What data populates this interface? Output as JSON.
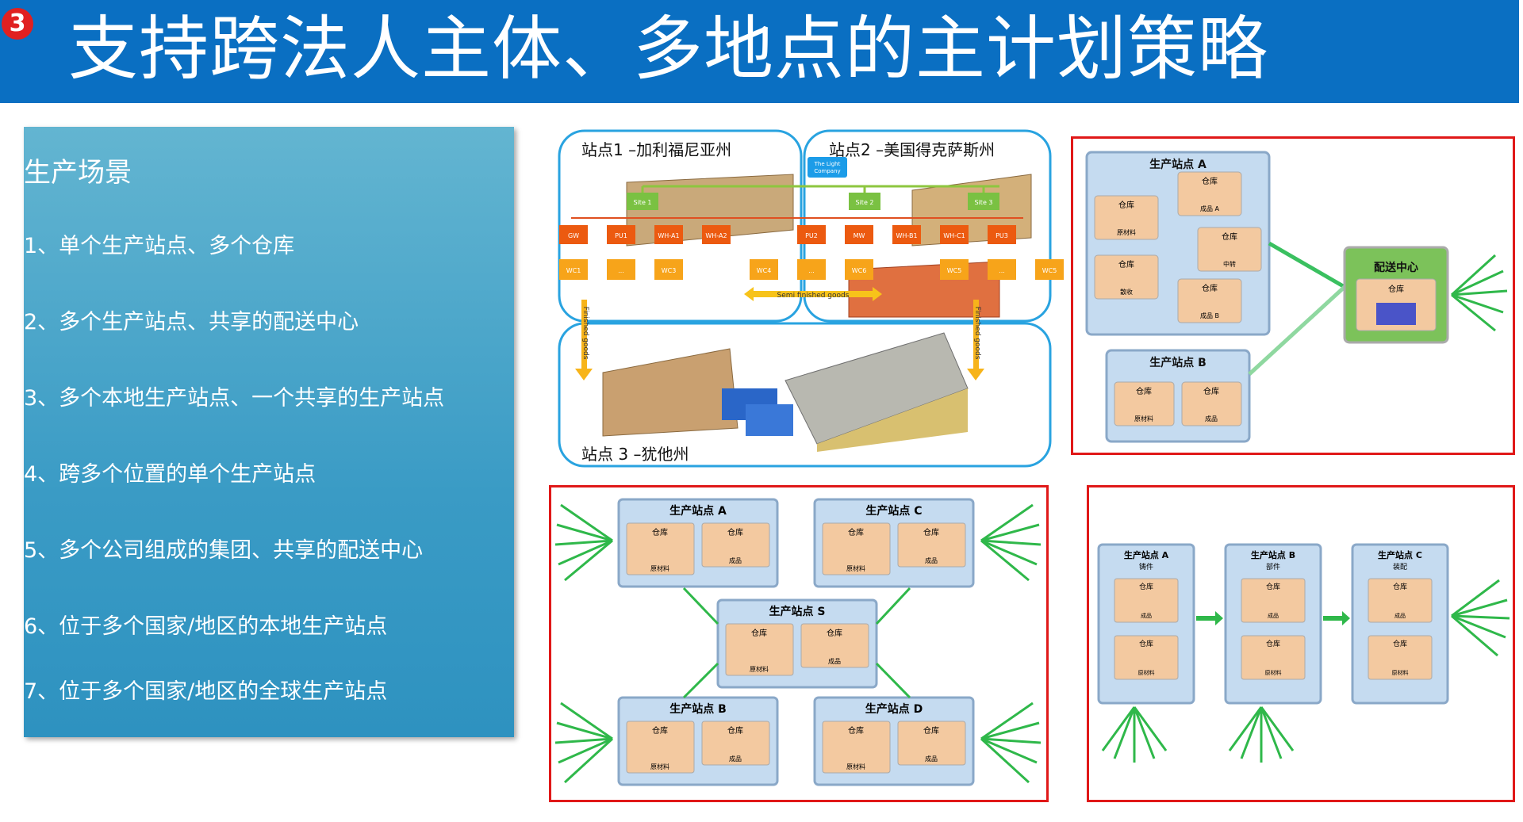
{
  "header": {
    "badge": "3",
    "title": "支持跨法人主体、多地点的主计划策略"
  },
  "left_panel": {
    "heading": "生产场景",
    "items": [
      "1、单个生产站点、多个仓库",
      "2、多个生产站点、共享的配送中心",
      "3、多个本地生产站点、一个共享的生产站点",
      "4、跨多个位置的单个生产站点",
      "5、多个公司组成的集团、共享的配送中心",
      "6、位于多个国家/地区的本地生产站点",
      "7、位于多个国家/地区的全球生产站点"
    ]
  },
  "diagram1": {
    "site1": "站点1 –加利福尼亚州",
    "site2": "站点2 –美国得克萨斯州",
    "site3": "站点 3 –犹他州",
    "company_line1": "The Light",
    "company_line2": "Company",
    "site_boxes": [
      "Site 1",
      "Site 2",
      "Site 3"
    ],
    "row1": [
      "GW",
      "PU1",
      "WH-A1",
      "WH-A2",
      "PU2",
      "MW",
      "WH-B1",
      "WH-C1",
      "PU3"
    ],
    "row2": [
      "WC1",
      "...",
      "WC3",
      "WC4",
      "...",
      "WC6",
      "WC5",
      "...",
      "WC5"
    ],
    "semi": "Semi finished goods",
    "finished_left": "Finished goods",
    "finished_right": "Finished goods"
  },
  "diagram2": {
    "siteA": "生产站点 A",
    "siteB": "生产站点 B",
    "dc": "配送中心",
    "wh": "仓库",
    "a_items": [
      "原材料",
      "成品 A",
      "中转",
      "散收",
      "成品 B"
    ],
    "b_items": [
      "原材料",
      "成品"
    ],
    "dc_item": "仓库"
  },
  "diagram3": {
    "sites": [
      "生产站点 A",
      "生产站点 C",
      "生产站点 S",
      "生产站点 B",
      "生产站点 D"
    ],
    "wh": "仓库",
    "raw": "原材料",
    "fin": "成品"
  },
  "diagram4": {
    "sites": [
      "生产站点 A",
      "生产站点 B",
      "生产站点 C"
    ],
    "subs": [
      "铸件",
      "部件",
      "装配"
    ],
    "wh": "仓库",
    "raw": "原材料",
    "fin": "成品"
  },
  "colors": {
    "header": "#0a6fc2",
    "panel": "#3a9bc5",
    "red_frame": "#e01818",
    "arrow_green": "#2fb84a",
    "site_box": "#b8d4ee",
    "dc_box": "#7cc25a"
  }
}
